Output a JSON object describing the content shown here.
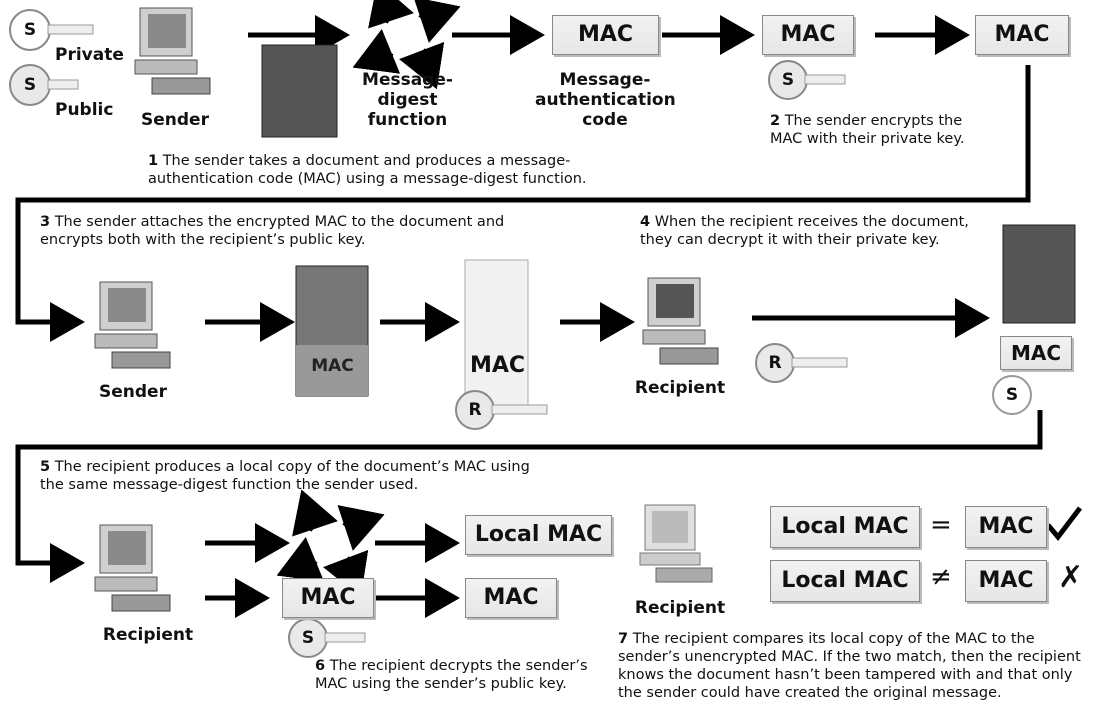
{
  "keys": {
    "private_label": "Private",
    "public_label": "Public",
    "s_letter": "S",
    "r_letter": "R"
  },
  "labels": {
    "sender": "Sender",
    "recipient": "Recipient",
    "digest_function": "Message-\ndigest\nfunction",
    "mac_title": "Message-\nauthentication\ncode",
    "mac": "MAC",
    "local_mac": "Local MAC"
  },
  "steps": {
    "s1_num": "1",
    "s1_text": "The sender takes a document and produces a message-authentication code (MAC) using a message-digest function.",
    "s2_num": "2",
    "s2_text": "The sender encrypts the MAC with their private key.",
    "s3_num": "3",
    "s3_text": "The sender attaches the encrypted MAC to the document and encrypts both with the recipient’s public key.",
    "s4_num": "4",
    "s4_text": "When the recipient receives the document, they can decrypt it with their private key.",
    "s5_num": "5",
    "s5_text": "The recipient produces a local copy of the document’s MAC using the same message-digest function the sender used.",
    "s6_num": "6",
    "s6_text": "The recipient decrypts the sender’s MAC using the sender’s public key.",
    "s7_num": "7",
    "s7_text": "The recipient compares its local copy of the MAC to the sender’s unencrypted MAC. If the two match, then the recipient knows the document hasn’t been tampered with and that only the sender could have created the original message."
  },
  "comparison": {
    "equals": "=",
    "not_equals": "≠",
    "check": "✓",
    "cross": "✗"
  },
  "colors": {
    "arrow": "#000000",
    "box_border": "#888888",
    "key_fill": "#e9e9e9"
  }
}
